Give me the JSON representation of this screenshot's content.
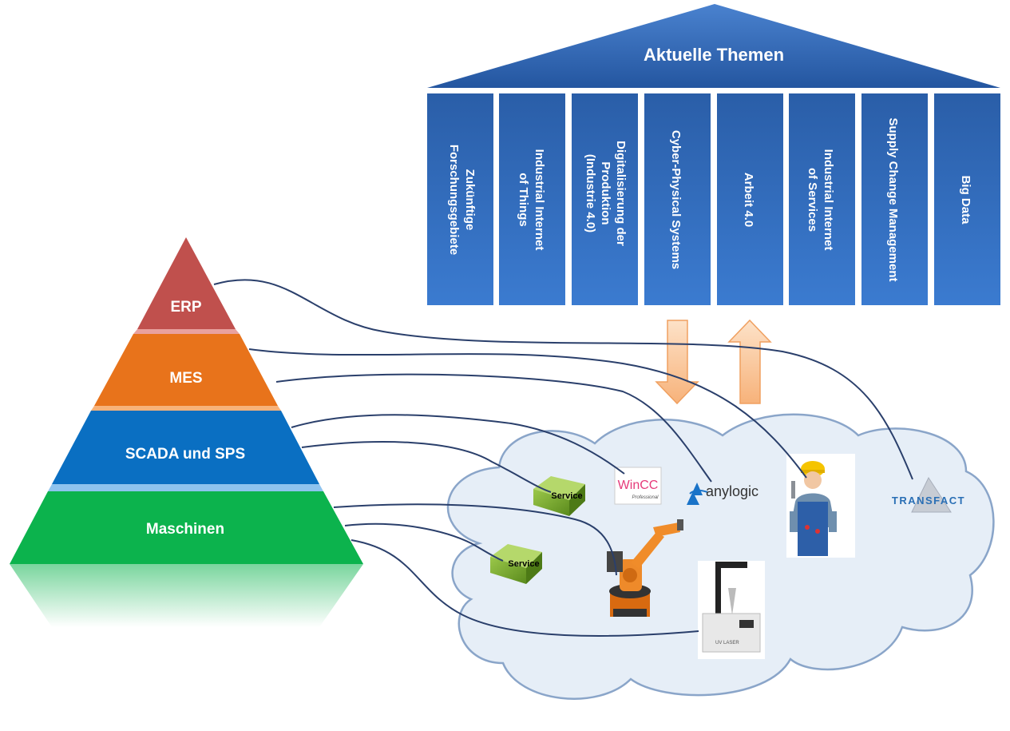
{
  "roof": {
    "title": "Aktuelle Themen"
  },
  "pillars": [
    {
      "lines": [
        "Zukünftige",
        "Forschungsgebiete"
      ]
    },
    {
      "lines": [
        "Industrial  Internet",
        "of Things"
      ]
    },
    {
      "lines": [
        "Digitalisierung  der",
        "Produktion",
        "(Industrie 4.0)"
      ]
    },
    {
      "lines": [
        "Cyber-Physical  Systems"
      ]
    },
    {
      "lines": [
        "Arbeit 4.0"
      ]
    },
    {
      "lines": [
        "Industrial Internet",
        "of Services"
      ]
    },
    {
      "lines": [
        "Supply Change Management"
      ]
    },
    {
      "lines": [
        "Big Data"
      ]
    }
  ],
  "pyramid": {
    "erp": "ERP",
    "mes": "MES",
    "scada": "SCADA und SPS",
    "maschinen": "Maschinen"
  },
  "cloud": {
    "service_1": "Service",
    "service_2": "Service",
    "wincc": "WinCC",
    "wincc_sub": "Professional",
    "anylogic": "anylogic",
    "transfact": "TRANSFACT",
    "printer_text": "UV LASER"
  },
  "colors": {
    "pillar_blue": "#2f66b0",
    "erp_red": "#c0504d",
    "mes_orange": "#e8731b",
    "scada_blue": "#0a6fc2",
    "maschinen_green": "#0cb34d",
    "cloud_fill": "#e6eef7",
    "cable": "#2a3f6b"
  }
}
